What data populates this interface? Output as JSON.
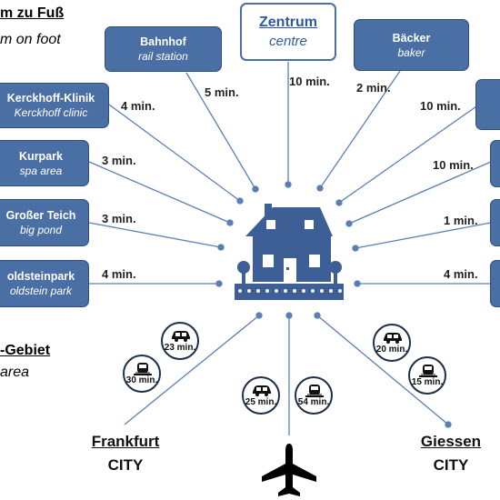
{
  "walk": {
    "title_de": "m zu Fuß",
    "title_en": "m on foot"
  },
  "area": {
    "title_de": "-Gebiet",
    "title_en": "area"
  },
  "destinations": {
    "zentrum": {
      "title": "Zentrum",
      "subtitle": "centre",
      "time": "10 min."
    },
    "bahnhof": {
      "title": "Bahnhof",
      "subtitle": "rail station",
      "time": "5 min."
    },
    "baecker": {
      "title": "Bäcker",
      "subtitle": "baker",
      "time": "2 min."
    },
    "klinik": {
      "title": "Kerckhoff-Klinik",
      "subtitle": "Kerckhoff clinic",
      "time": "4 min."
    },
    "kurpark": {
      "title": "Kurpark",
      "subtitle": "spa area",
      "time": "3 min."
    },
    "teich": {
      "title": "Großer Teich",
      "subtitle": "big pond",
      "time": "3 min."
    },
    "goldstein": {
      "title": "oldsteinpark",
      "subtitle": "oldstein park",
      "time": "4 min."
    },
    "right1": {
      "time": "10 min."
    },
    "right2": {
      "time": "10 min."
    },
    "right3": {
      "time": "1 min."
    },
    "right4": {
      "time": "4 min."
    }
  },
  "cities": {
    "frankfurt": {
      "name": "Frankfurt",
      "type": "CITY",
      "car": "23 min.",
      "train": "30 min."
    },
    "giessen": {
      "name": "Giessen",
      "type": "CITY",
      "car": "20 min.",
      "train": "15 min."
    },
    "airport": {
      "car": "25 min.",
      "train": "54 min."
    }
  },
  "colors": {
    "box": "#4a6fa5",
    "house": "#3d5f96",
    "line": "#5b7fb5"
  },
  "icons": [
    "house-icon",
    "car-icon",
    "train-icon",
    "airplane-icon"
  ]
}
